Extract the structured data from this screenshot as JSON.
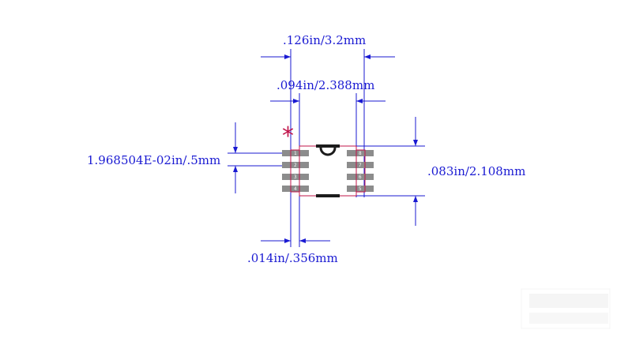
{
  "dimensions": {
    "overall_width": ".126in/3.2mm",
    "pad_span": ".094in/2.388mm",
    "pitch": "1.968504E-02in/.5mm",
    "body_height": ".083in/2.108mm",
    "pad_width": ".014in/.356mm"
  },
  "pin1_marker": "*",
  "pins": {
    "left": [
      "1",
      "2",
      "3",
      "4"
    ],
    "right": [
      "8",
      "7",
      "6",
      "5"
    ]
  },
  "colors": {
    "dimension": "#1a1ad2",
    "pad": "#8c8c8c",
    "outline": "#c0144a",
    "silkscreen": "#1c1c1c",
    "marker": "#c0144a"
  }
}
